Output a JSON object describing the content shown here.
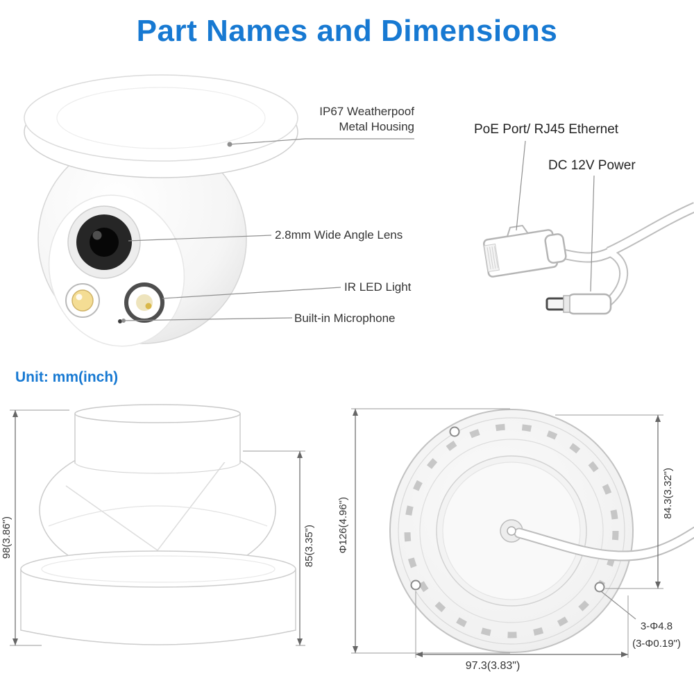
{
  "title": "Part Names and Dimensions",
  "unit_note": "Unit: mm(inch)",
  "colors": {
    "title_accent": "#1779d2",
    "label_text": "#333333",
    "leader_line": "#8f8f8f",
    "dimension_line": "#666666"
  },
  "callouts": {
    "housing_line1": "IP67 Weatherpoof",
    "housing_line2": "Metal Housing",
    "lens": "2.8mm Wide Angle Lens",
    "ir_led": "IR LED Light",
    "microphone": "Built-in Microphone",
    "poe_port": "PoE Port/ RJ45 Ethernet",
    "dc_power": "DC 12V Power"
  },
  "dimensions": {
    "side_total_height": "98(3.86\")",
    "side_body_height": "85(3.35\")",
    "base_diameter": "Φ126(4.96\")",
    "mount_hole_height": "84.3(3.32\")",
    "mount_hole_spec_line1": "3-Φ4.8",
    "mount_hole_spec_line2": "(3-Φ0.19\")",
    "mount_hole_width": "97.3(3.83\")"
  }
}
